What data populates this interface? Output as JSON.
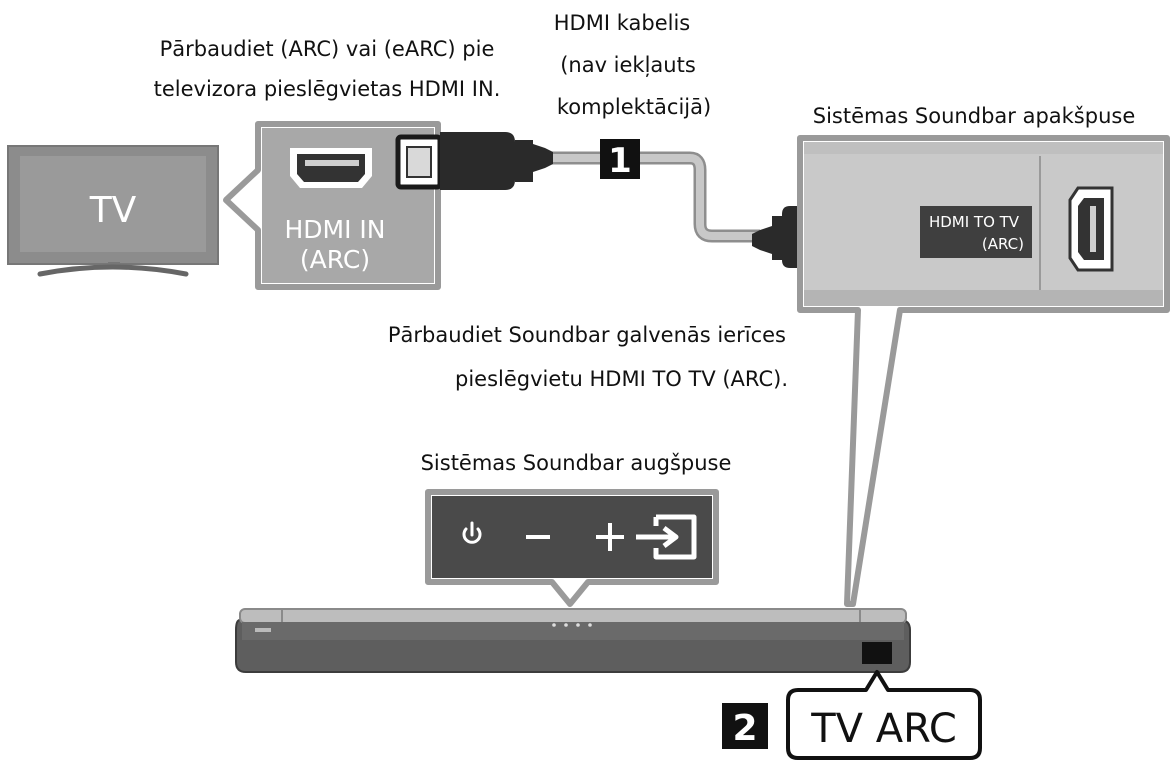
{
  "labels": {
    "tv_port_note_line1": "Pārbaudiet (ARC) vai (eARC) pie",
    "tv_port_note_line2": "televizora pieslēgvietas HDMI IN.",
    "cable_line1": "HDMI kabelis",
    "cable_line2": "(nav iekļauts",
    "cable_line3": "komplektācijā)",
    "soundbar_bottom": "Sistēmas Soundbar apakšpuse",
    "soundbar_port_note_line1": "Pārbaudiet Soundbar galvenās ierīces",
    "soundbar_port_note_line2": "pieslēgvietu HDMI TO TV (ARC).",
    "soundbar_top": "Sistēmas Soundbar augšpuse",
    "tv": "TV",
    "hdmi_in_line1": "HDMI IN",
    "hdmi_in_line2": "(ARC)",
    "hdmi_to_tv_line1": "HDMI TO TV",
    "hdmi_to_tv_line2": "(ARC)",
    "step1": "1",
    "step2": "2",
    "tv_arc": "TV ARC"
  },
  "icons": {
    "power": "power-icon",
    "minus": "volume-down-icon",
    "plus": "volume-up-icon",
    "source": "source-input-icon"
  },
  "colors": {
    "callout_gray": "#9a9a9a",
    "tv_gray": "#8c8c8c",
    "dark_port": "#4d4d4d",
    "panel_gray": "#c6c6c6",
    "cable_gray": "#b4b4b4",
    "connector_black": "#262626",
    "soundbar_dark": "#5e5e5e",
    "badge_black": "#111111"
  }
}
